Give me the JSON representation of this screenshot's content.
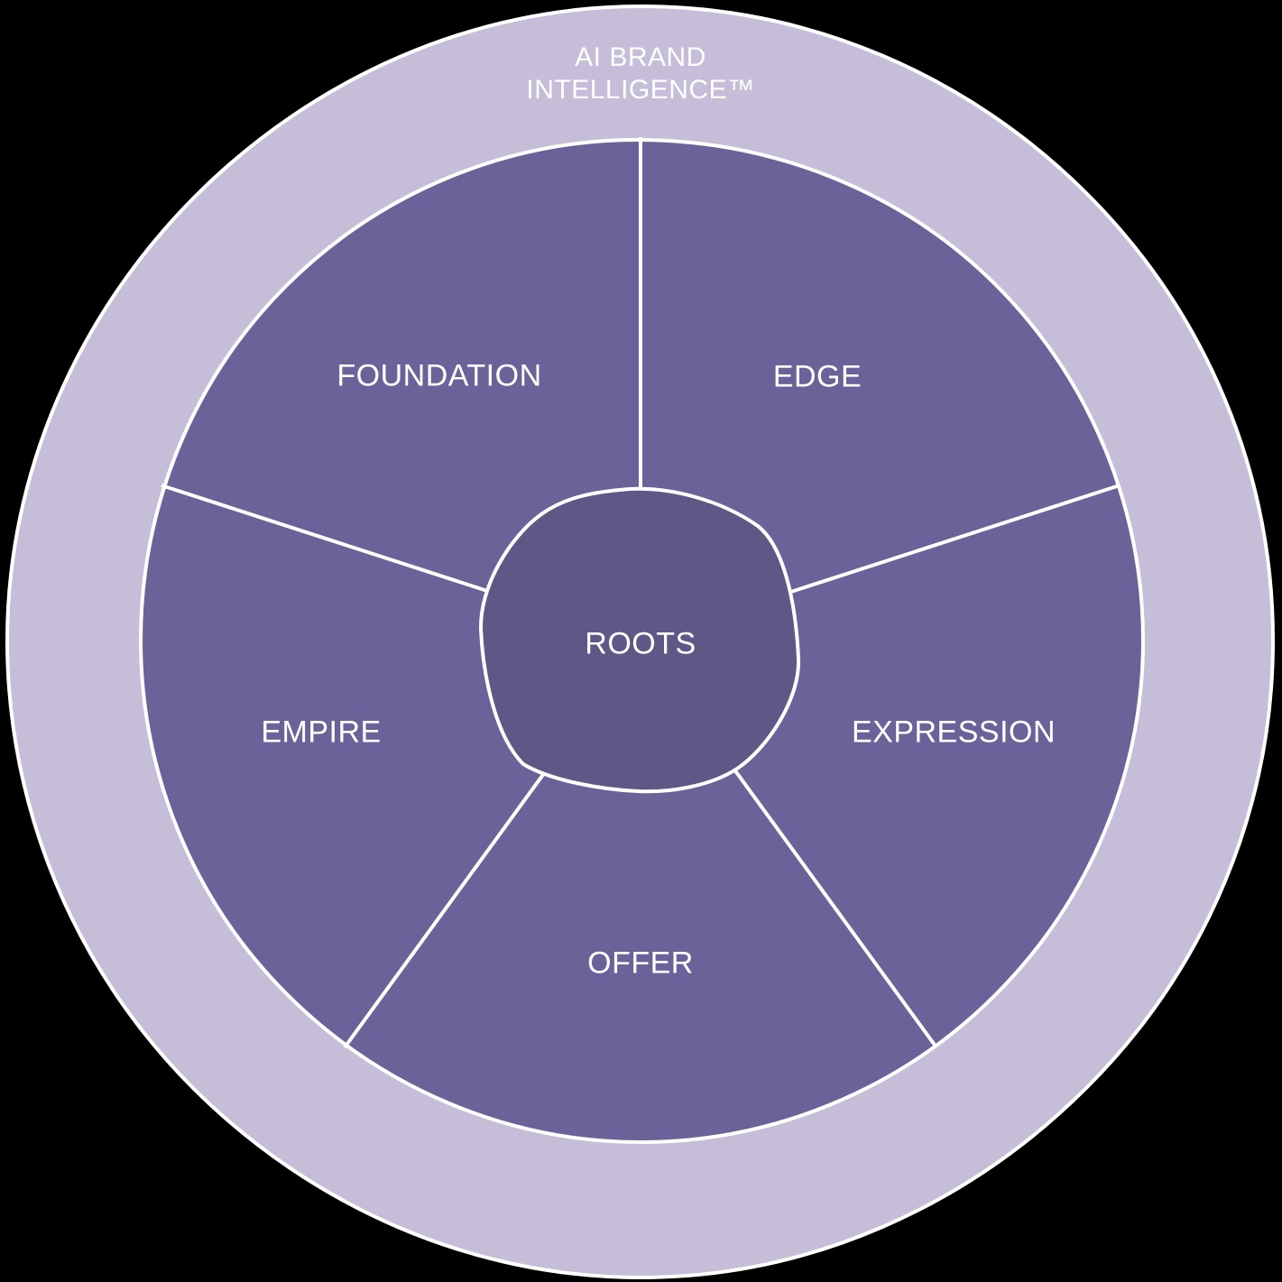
{
  "diagram": {
    "ring": {
      "title": "AI BRAND INTELLIGENCE™"
    },
    "wedges": [
      {
        "label": "FOUNDATION"
      },
      {
        "label": "EDGE"
      },
      {
        "label": "EXPRESSION"
      },
      {
        "label": "OFFER"
      },
      {
        "label": "EMPIRE"
      }
    ],
    "center": {
      "label": "ROOTS"
    }
  },
  "colors": {
    "background": "#000000",
    "outer_ring": "#c6bed9",
    "wedge_fill": "#6a6399",
    "center_blob": "#5e5887",
    "divider_stroke": "#ffffff",
    "text": "#ffffff"
  }
}
